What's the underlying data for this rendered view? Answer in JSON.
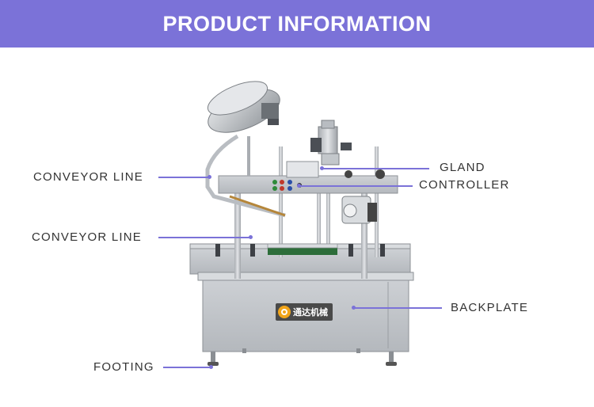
{
  "header": {
    "title": "PRODUCT INFORMATION"
  },
  "labels": {
    "conveyor_line_top": "CONVEYOR LINE",
    "conveyor_line_bottom": "CONVEYOR LINE",
    "gland": "GLAND",
    "controller": "CONTROLLER",
    "backplate": "BACKPLATE",
    "footing": "FOOTING"
  },
  "brand": {
    "text": "通达机械"
  },
  "colors": {
    "accent": "#7b72d8",
    "steel": "#c9ccd0",
    "logo": "#f2a51a"
  }
}
